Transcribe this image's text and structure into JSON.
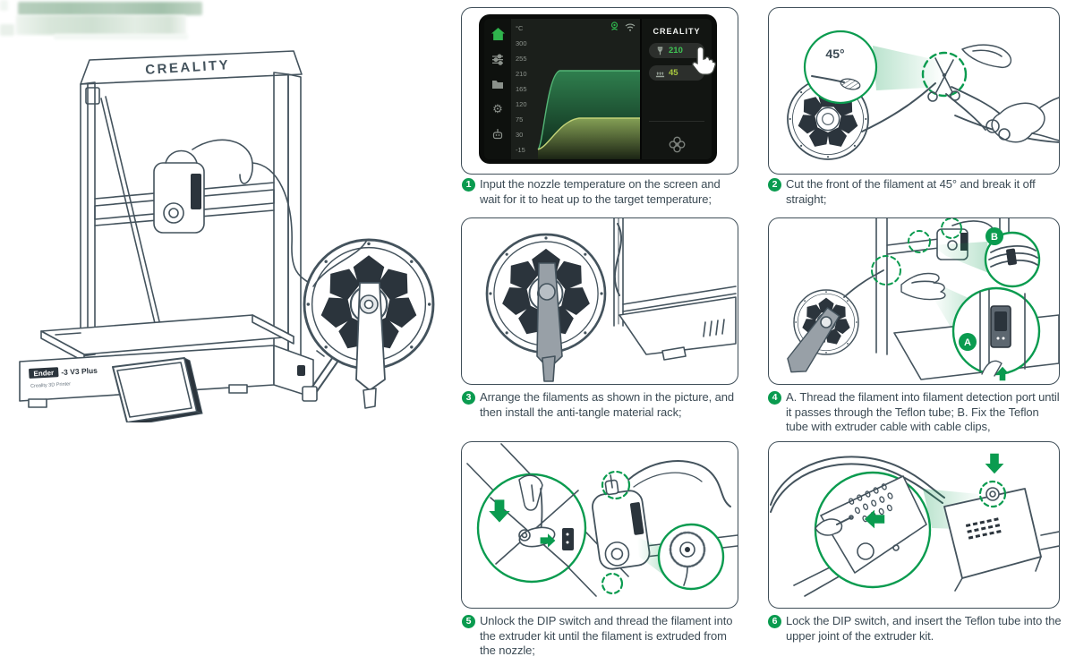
{
  "printer_art": {
    "brand": "CREALITY",
    "badge": "Ender",
    "model": "-3 V3 Plus",
    "subtitle": "Creality 3D Printer"
  },
  "screen": {
    "brand": "CREALITY",
    "unit": "°C",
    "y_ticks": [
      "300",
      "255",
      "210",
      "165",
      "120",
      "75",
      "30",
      "-15"
    ],
    "nozzle_temp": "210",
    "bed_temp": "45",
    "sidebar_icons": [
      "home-icon",
      "tune-icon",
      "folder-icon",
      "gear-icon",
      "robot-icon"
    ],
    "status_icons": [
      "camera-icon",
      "wifi-icon"
    ],
    "fan_icon": "fan-icon"
  },
  "glyphs": {
    "gear": "⚙"
  },
  "chart_data": {
    "type": "area",
    "title": "",
    "xlabel": "",
    "ylabel": "°C",
    "y_ticks": [
      300,
      255,
      210,
      165,
      120,
      75,
      30,
      -15
    ],
    "ylim": [
      -15,
      300
    ],
    "grid": false,
    "legend_position": "none",
    "series": [
      {
        "name": "nozzle temperature",
        "start": -15,
        "plateau": 220
      },
      {
        "name": "bed temperature",
        "start": -15,
        "plateau": 78
      }
    ]
  },
  "steps": [
    {
      "num": "1",
      "text": "Input the nozzle temperature on the screen and wait for it to heat up to the target temperature;"
    },
    {
      "num": "2",
      "text": "Cut the front of the filament at 45° and break it off straight;"
    },
    {
      "num": "3",
      "text": "Arrange the filaments as shown in the picture, and then install the anti-tangle material rack;"
    },
    {
      "num": "4",
      "text": "A. Thread the filament into filament detection port until it passes through the Teflon tube; B. Fix the Teflon tube with extruder cable with cable clips,"
    },
    {
      "num": "5",
      "text": "Unlock the DIP switch and thread the filament into the extruder kit until the filament is extruded from the nozzle;"
    },
    {
      "num": "6",
      "text": "Lock the DIP switch, and insert the Teflon tube into the upper joint of the extruder kit."
    }
  ],
  "annotations": {
    "angle": "45°",
    "a": "A",
    "b": "B"
  },
  "colors": {
    "accent_green": "#0a9b4f",
    "line_art": "#44535d",
    "nozzle_value_green": "#3fc554",
    "bed_value_green": "#a9c93f",
    "dark_fill": "#2b343c"
  }
}
